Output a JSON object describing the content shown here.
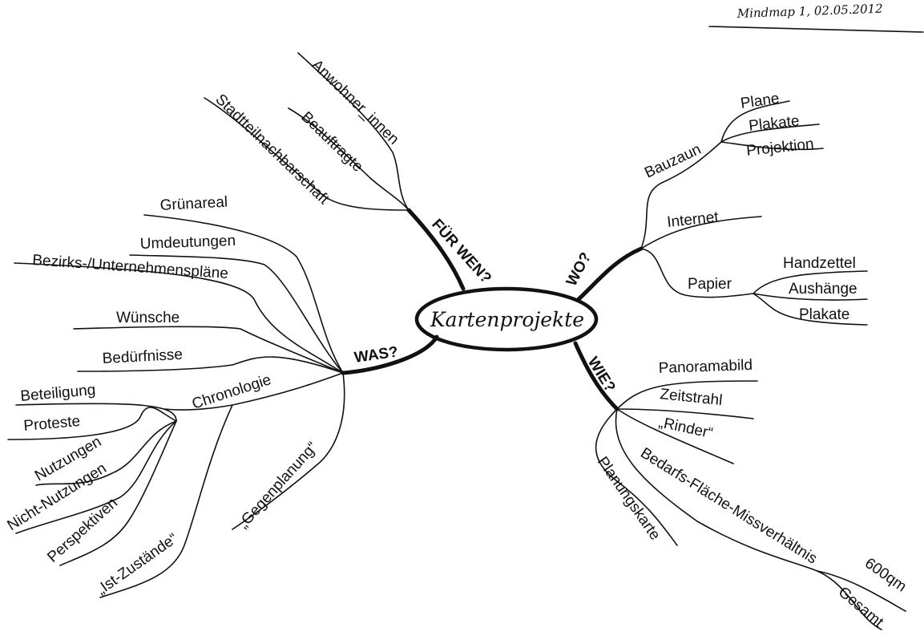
{
  "title": "Mindmap 1, 02.05.2012",
  "center": "Kartenprojekte",
  "fuer_wen": {
    "label": "FÜR WEN?",
    "items": [
      "Anwohner_innen",
      "Beauftragte",
      "Stadtteilnachbarschaft"
    ]
  },
  "wo": {
    "label": "WO?",
    "bauzaun": {
      "label": "Bauzaun",
      "items": [
        "Plane",
        "Plakate",
        "Projektion"
      ]
    },
    "internet": "Internet",
    "papier": {
      "label": "Papier",
      "items": [
        "Handzettel",
        "Aushänge",
        "Plakate"
      ]
    }
  },
  "was": {
    "label": "WAS?",
    "items": [
      "Grünareal",
      "Umdeutungen",
      "Bezirks-/Unternehmenspläne",
      "Wünsche",
      "Bedürfnisse"
    ],
    "chronologie": {
      "label": "Chronologie",
      "items": [
        "Beteiligung",
        "Proteste",
        "Nutzungen",
        "Nicht-Nutzungen",
        "Perspektiven",
        "„Ist-Zustände“"
      ]
    },
    "gegenplanung": "„Gegenplanung“"
  },
  "wie": {
    "label": "WIE?",
    "items": [
      "Panoramabild",
      "Zeitstrahl",
      "„Rinder“",
      "Planungskarte"
    ],
    "bedarf": {
      "label": "Bedarfs-Fläche-Missverhältnis",
      "items": [
        "600qm",
        "Gesamt"
      ]
    }
  }
}
